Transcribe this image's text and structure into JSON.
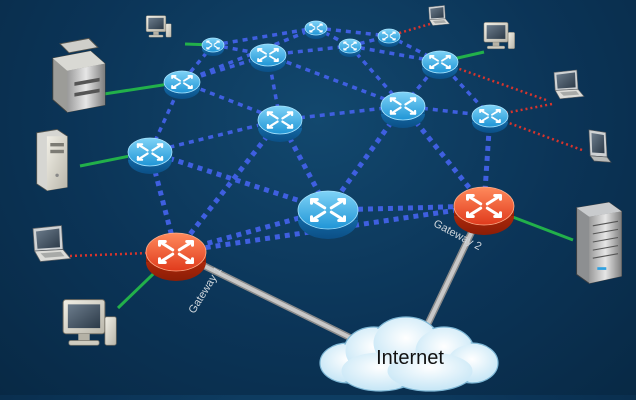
{
  "colors": {
    "background": "#0b3457",
    "mesh_link": "#3f5fe0",
    "wired_link": "#22b04a",
    "wireless_link": "#d8342c",
    "uplink": "#c8c8c8",
    "mesh_router": "#1f95d6",
    "gateway_router": "#e03a1c",
    "cloud": "#d9eef8"
  },
  "routers": [
    {
      "id": "r1",
      "role": "mesh",
      "size": "xs"
    },
    {
      "id": "r2",
      "role": "mesh",
      "size": "xs"
    },
    {
      "id": "r3",
      "role": "mesh",
      "size": "xs"
    },
    {
      "id": "r4",
      "role": "mesh",
      "size": "xs"
    },
    {
      "id": "r5",
      "role": "mesh",
      "size": "s"
    },
    {
      "id": "r6",
      "role": "mesh",
      "size": "s"
    },
    {
      "id": "r7",
      "role": "mesh",
      "size": "s"
    },
    {
      "id": "r8",
      "role": "mesh",
      "size": "s"
    },
    {
      "id": "r9",
      "role": "mesh",
      "size": "m"
    },
    {
      "id": "r10",
      "role": "mesh",
      "size": "m"
    },
    {
      "id": "r11",
      "role": "mesh",
      "size": "m"
    },
    {
      "id": "r12",
      "role": "mesh",
      "size": "s"
    },
    {
      "id": "r13",
      "role": "mesh",
      "size": "l"
    },
    {
      "id": "g1",
      "role": "gateway",
      "size": "l",
      "label": "Gateway 1"
    },
    {
      "id": "g2",
      "role": "gateway",
      "size": "l",
      "label": "Gateway 2"
    }
  ],
  "devices": [
    {
      "id": "d1",
      "kind": "desktop-pc",
      "link": "wired"
    },
    {
      "id": "d2",
      "kind": "laptop",
      "link": "wireless"
    },
    {
      "id": "d3",
      "kind": "desktop-pc",
      "link": "wired"
    },
    {
      "id": "d4",
      "kind": "laptop",
      "link": "wireless"
    },
    {
      "id": "d5",
      "kind": "laptop",
      "link": "wireless"
    },
    {
      "id": "d6",
      "kind": "tablet-pc",
      "link": "wireless"
    },
    {
      "id": "d7",
      "kind": "server-tower",
      "link": "wired"
    },
    {
      "id": "d8",
      "kind": "desktop-pc",
      "link": "wired"
    },
    {
      "id": "d9",
      "kind": "laptop",
      "link": "wireless"
    },
    {
      "id": "d10",
      "kind": "tower-pc",
      "link": "wired"
    },
    {
      "id": "d11",
      "kind": "printer",
      "link": "wired"
    }
  ],
  "internet": {
    "label": "Internet"
  }
}
